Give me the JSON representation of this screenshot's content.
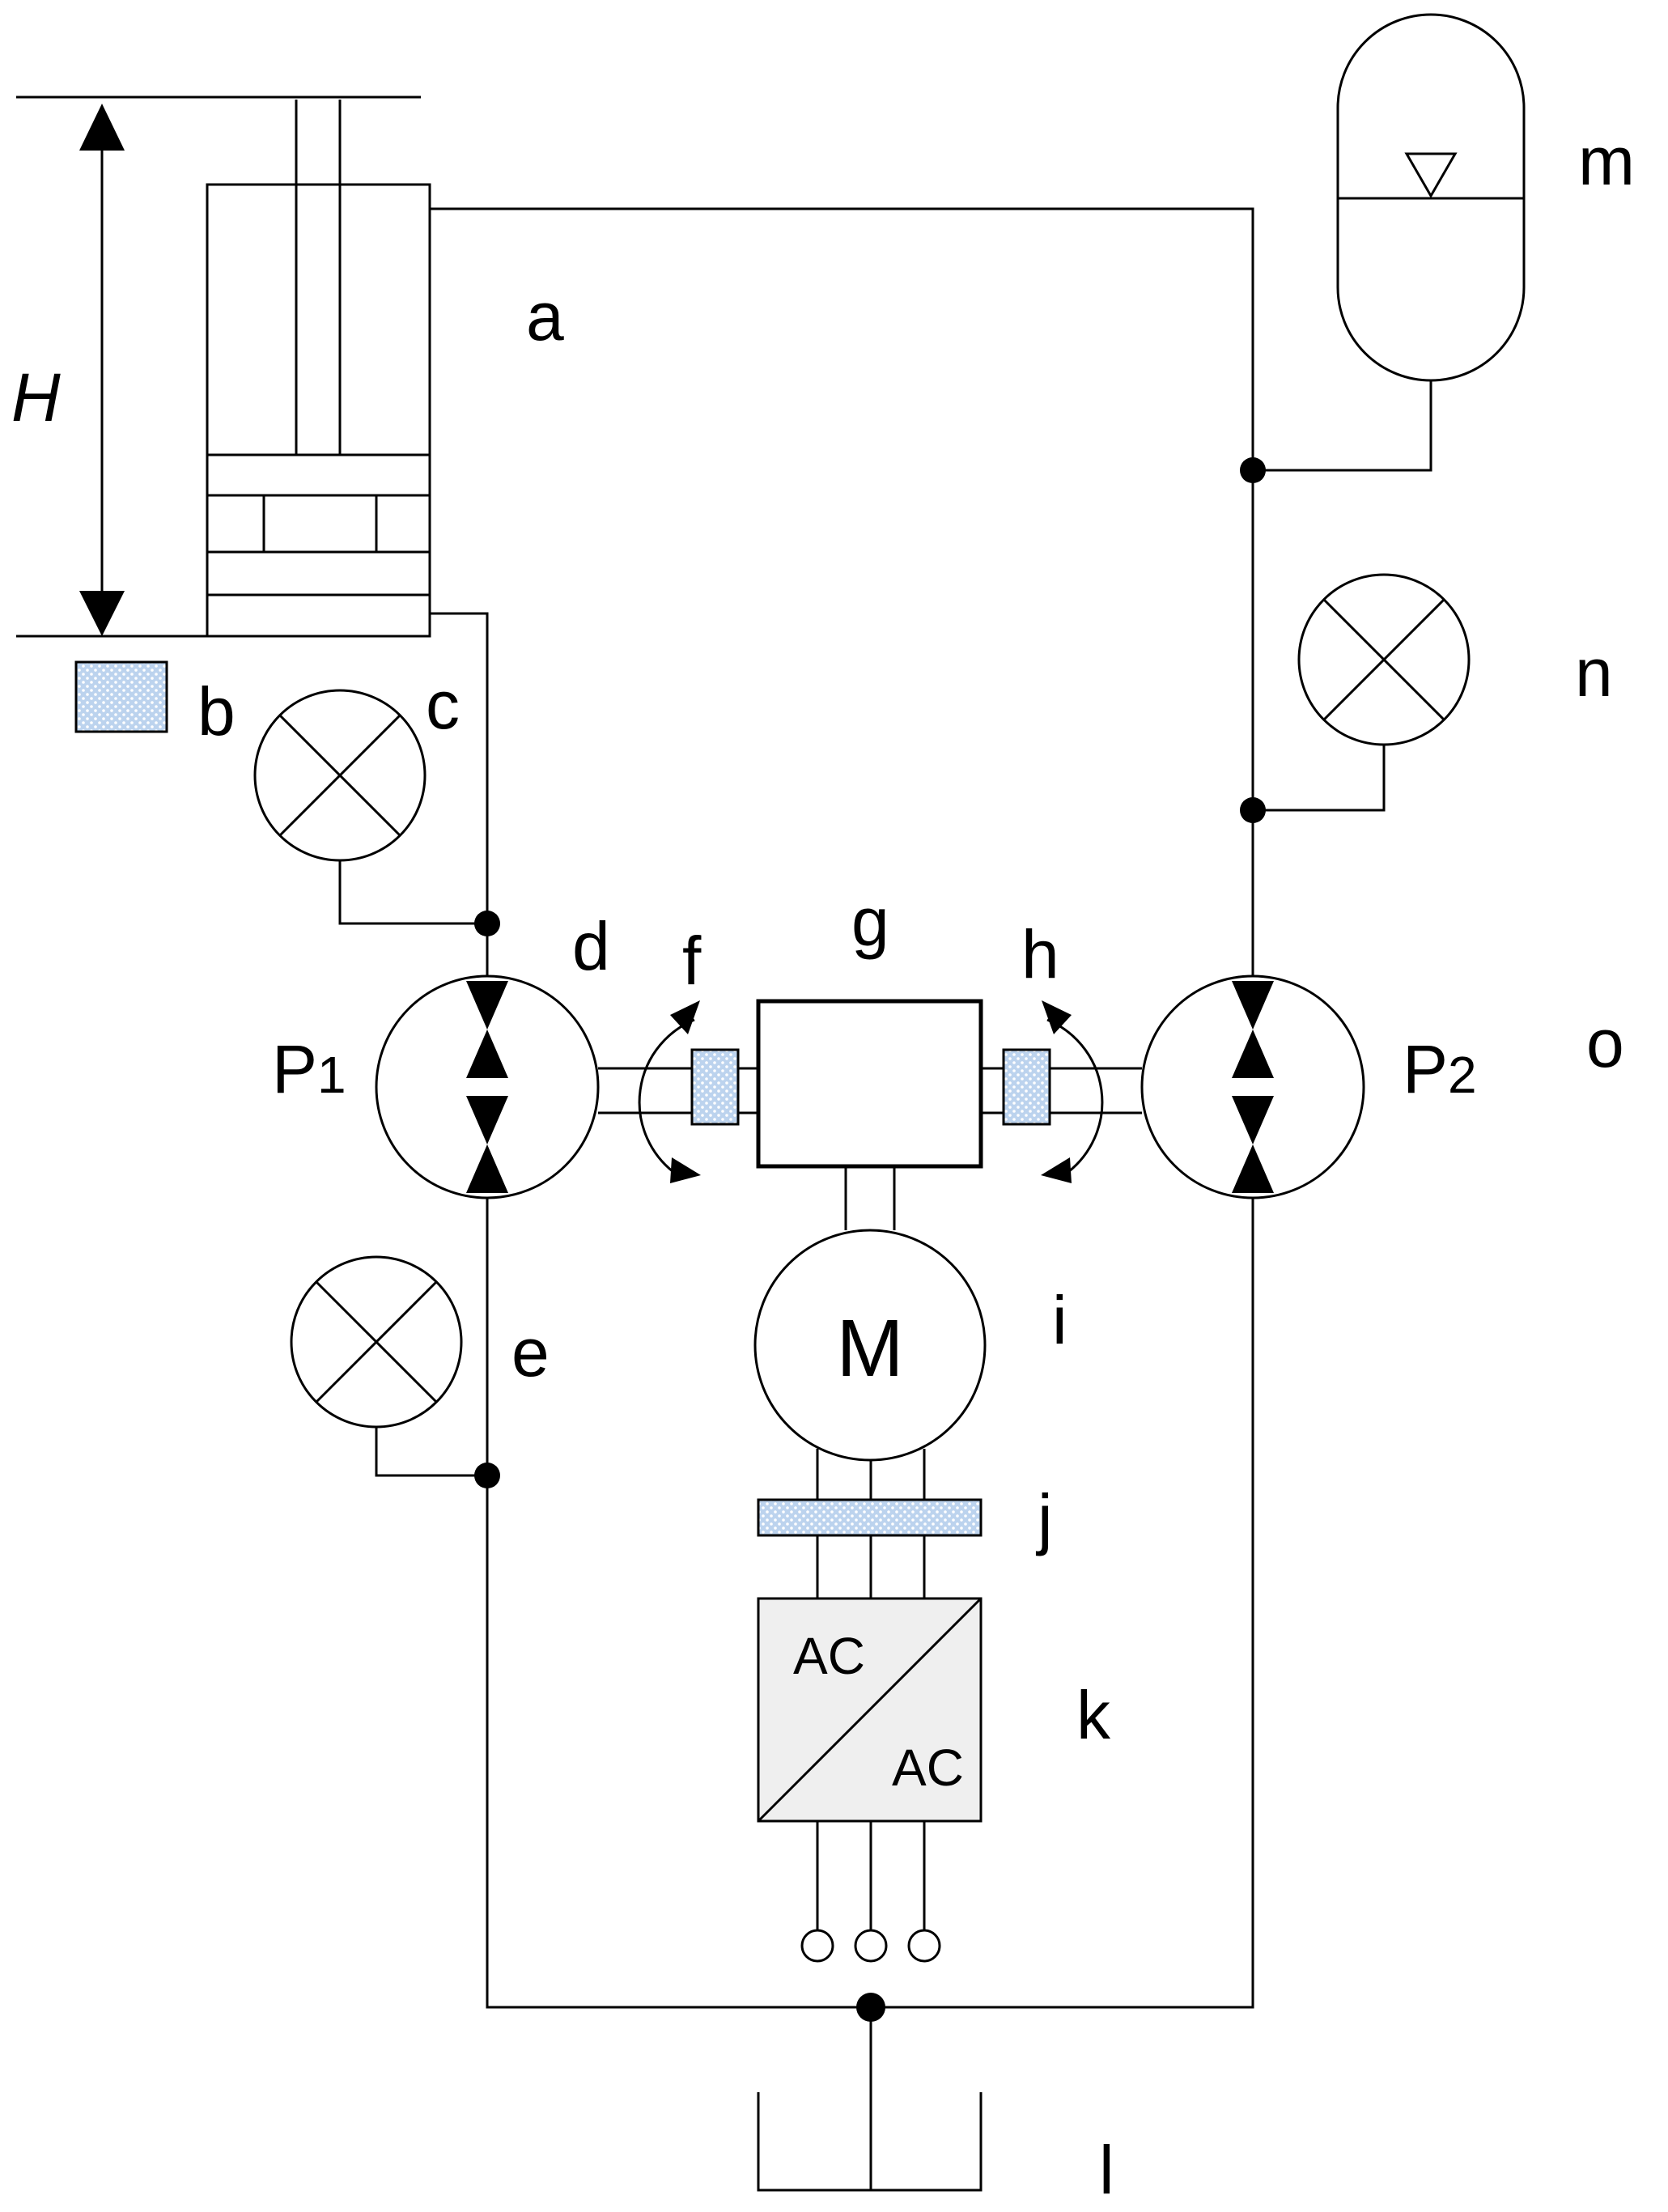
{
  "labels": {
    "a": "a",
    "b": "b",
    "c": "c",
    "d": "d",
    "e": "e",
    "f": "f",
    "g": "g",
    "h": "h",
    "i": "i",
    "j": "j",
    "k": "k",
    "l": "l",
    "m": "m",
    "n": "n",
    "o": "o",
    "H": "H",
    "P1": "P",
    "P1_sub": "1",
    "P2": "P",
    "P2_sub": "2"
  },
  "motor_symbol": "M",
  "converter": {
    "top": "AC",
    "bottom": "AC"
  },
  "colors": {
    "line": "#000000",
    "sensor_fill": "#bcd3ee",
    "converter_fill": "#efefef"
  }
}
